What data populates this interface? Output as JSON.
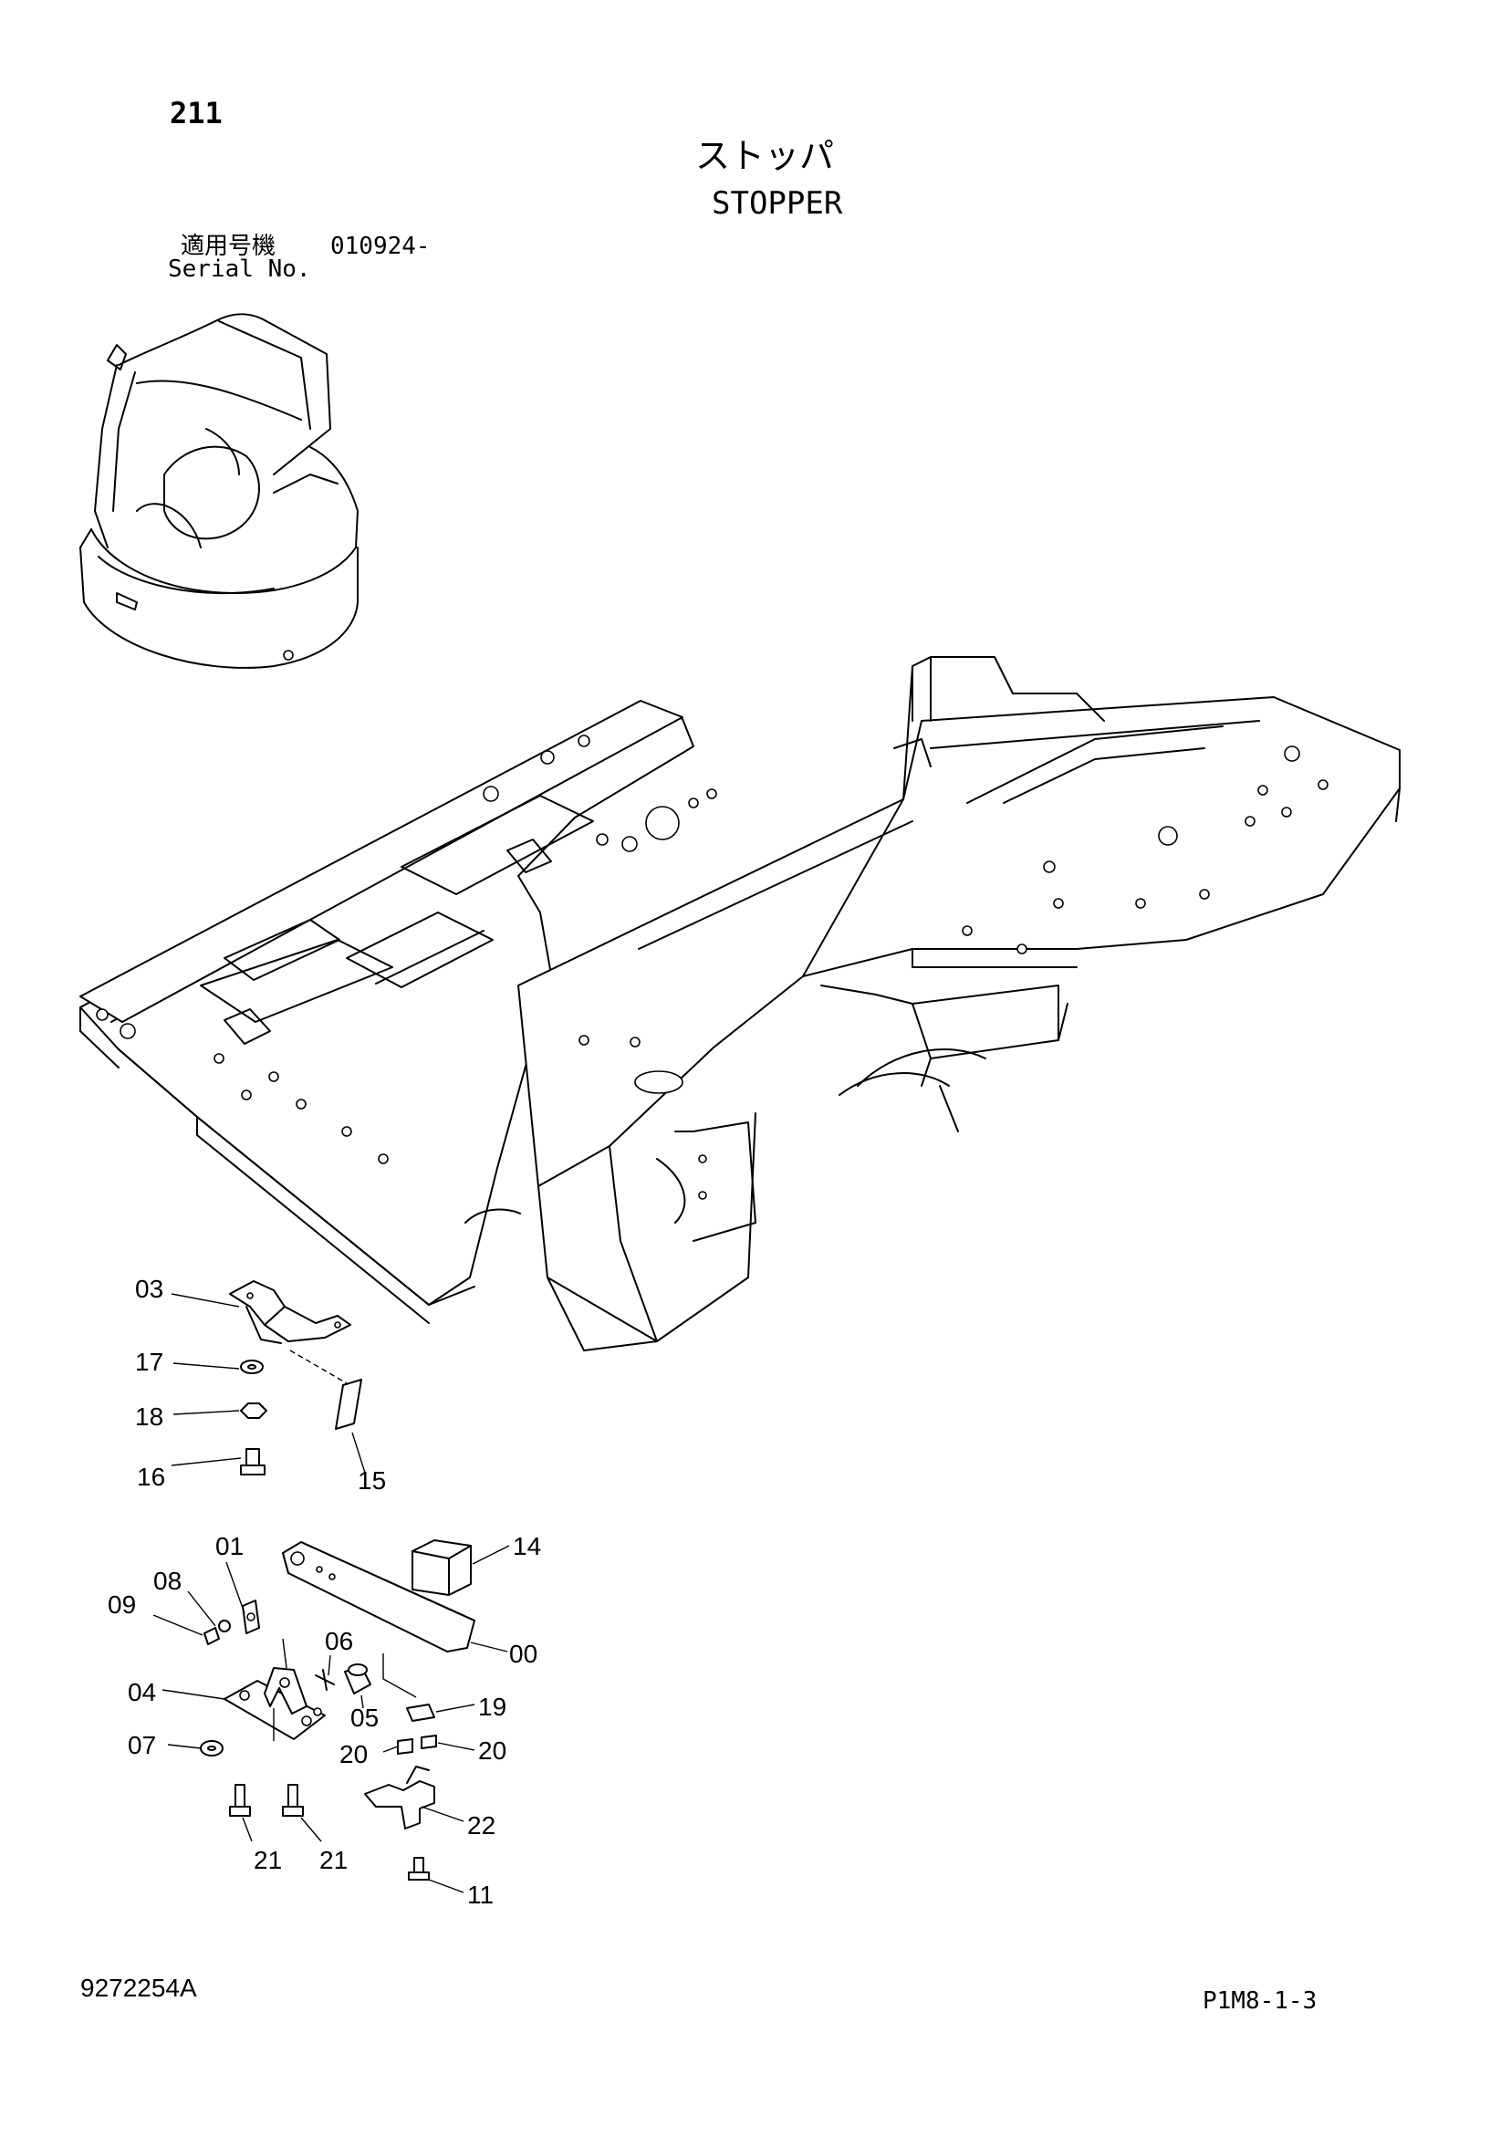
{
  "header": {
    "page_number": "211",
    "title_jp": "ストッパ",
    "title_en": "STOPPER",
    "serial_label_jp": "適用号機",
    "serial_value": "010924-",
    "serial_label_en": "Serial No."
  },
  "footer": {
    "document_number": "9272254A",
    "page_reference": "P1M8-1-3"
  },
  "callouts": {
    "c00": "00",
    "c01": "01",
    "c03": "03",
    "c04": "04",
    "c05": "05",
    "c06": "06",
    "c07": "07",
    "c08": "08",
    "c09": "09",
    "c11": "11",
    "c14": "14",
    "c15": "15",
    "c16": "16",
    "c17": "17",
    "c18": "18",
    "c19": "19",
    "c20a": "20",
    "c20b": "20",
    "c21a": "21",
    "c21b": "21",
    "c22": "22"
  }
}
